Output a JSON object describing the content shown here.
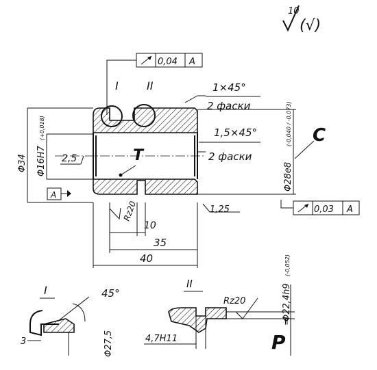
{
  "surface_finish": {
    "value": "10",
    "note": "(√)"
  },
  "tolerance_frames": {
    "top": {
      "value": "0,04",
      "datum": "A"
    },
    "right": {
      "value": "0,03",
      "datum": "A"
    }
  },
  "datum_label": "A",
  "views": {
    "detail_1": "I",
    "detail_2": "II"
  },
  "chamfers": {
    "outer_size": "1×45°",
    "outer_count": "2 фаски",
    "inner_size": "1,5×45°",
    "inner_count": "2 фаски"
  },
  "labels": {
    "T": "T",
    "C": "C",
    "P": "P"
  },
  "dims": {
    "d34": "Φ34",
    "d16": "Φ16H7",
    "d16_tol": "(+0,018)",
    "d28": "Φ28e8",
    "d28_tol": "(-0,040 / -0,073)",
    "d25": "2,5",
    "rz20": "Rz20",
    "w10": "10",
    "w35": "35",
    "w40": "40",
    "r125": "1,25"
  },
  "detail_1": {
    "title": "I",
    "angle": "45°",
    "dim3": "3",
    "d275": "Φ27,5"
  },
  "detail_2": {
    "title": "II",
    "rz": "Rz20",
    "groove": "4,7H11",
    "p_eq": "=",
    "p_dim": "Φ22,4h9",
    "p_tol": "(-0,052)"
  }
}
